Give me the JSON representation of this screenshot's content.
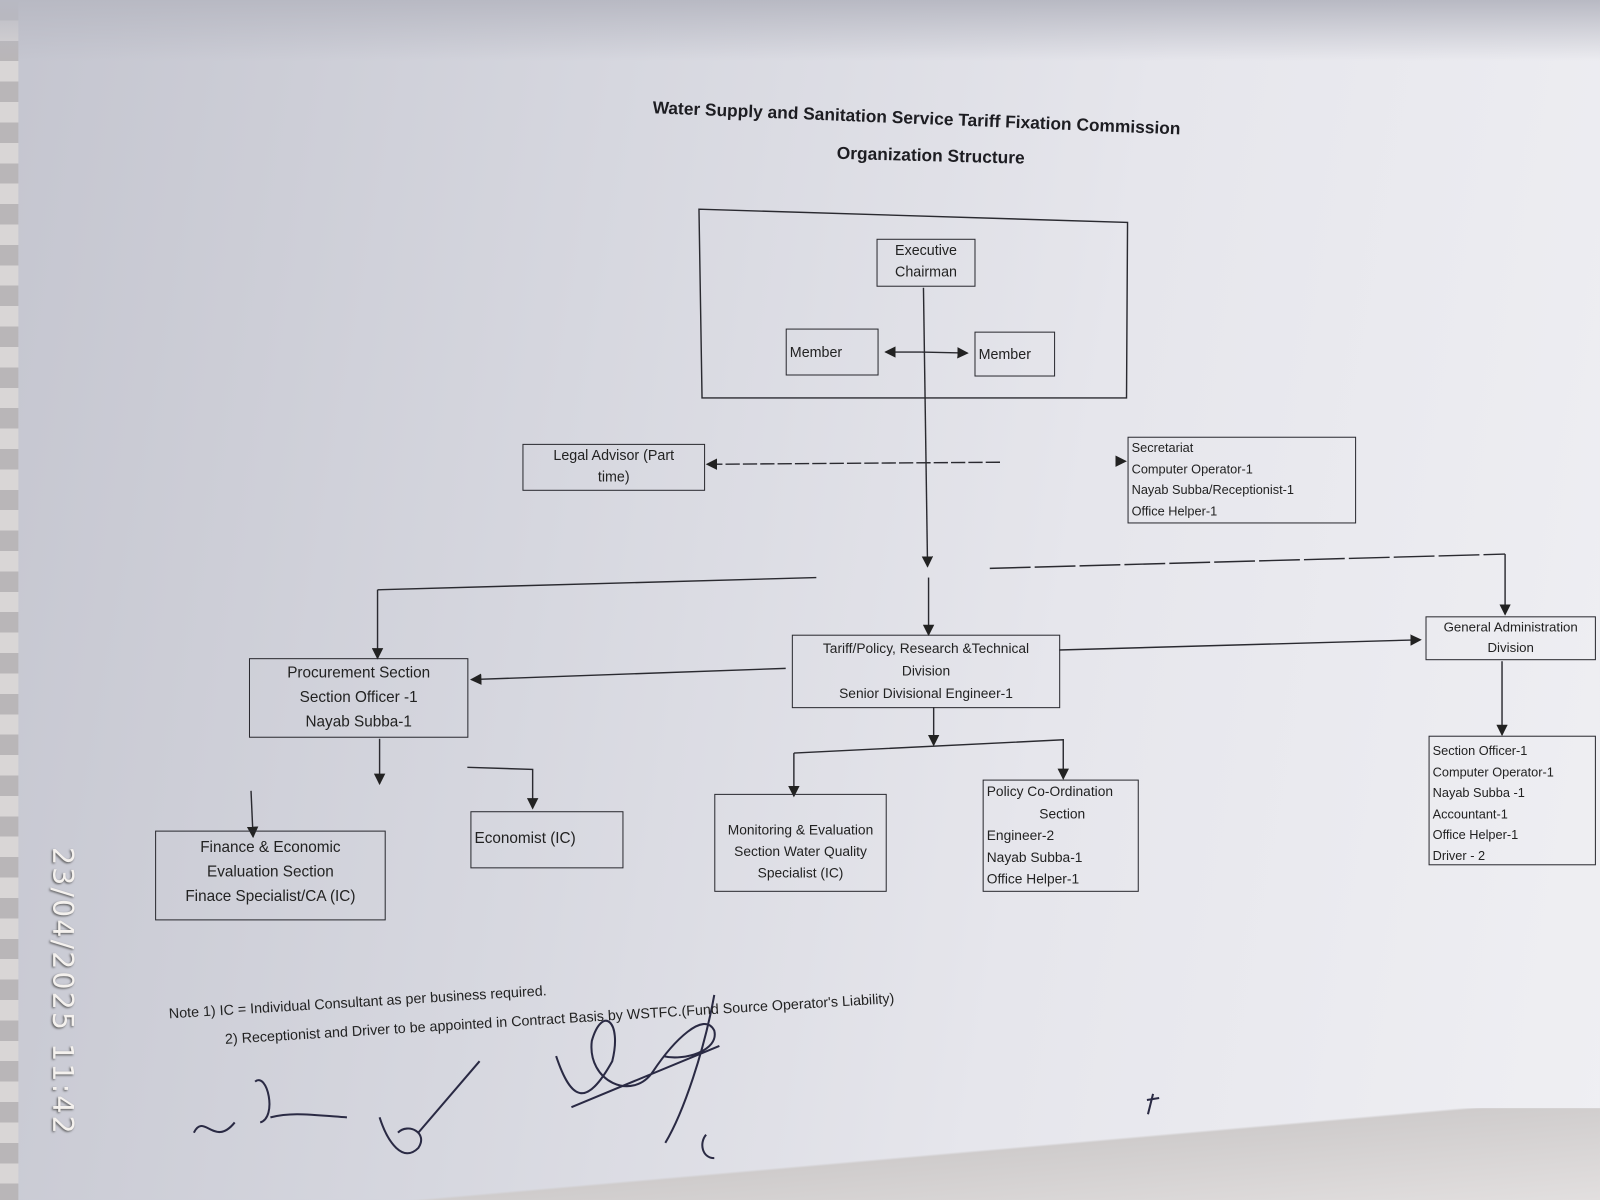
{
  "title": "Water Supply and Sanitation Service Tariff Fixation Commission",
  "subtitle": "Organization Structure",
  "nodes": {
    "executive_chairman": [
      "Executive",
      "Chairman"
    ],
    "member_left": "Member",
    "member_right": "Member",
    "legal_advisor": [
      "Legal Advisor (Part",
      "time)"
    ],
    "secretariat": [
      "Secretariat",
      "Computer Operator-1",
      "Nayab Subba/Receptionist-1",
      "Office Helper-1"
    ],
    "procurement": [
      "Procurement Section",
      "Section Officer -1",
      "Nayab Subba-1"
    ],
    "tariff_division": [
      "Tariff/Policy, Research &Technical",
      "Division",
      "Senior Divisional Engineer-1"
    ],
    "general_admin": [
      "General Administration",
      "Division"
    ],
    "finance": [
      "Finance & Economic",
      "Evaluation Section",
      "Finace Specialist/CA (IC)"
    ],
    "economist": "Economist (IC)",
    "monitoring": [
      "Monitoring & Evaluation",
      "Section Water Quality",
      "Specialist (IC)"
    ],
    "policy": [
      "Policy Co-Ordination",
      "Section",
      "Engineer-2",
      "Nayab Subba-1",
      "Office Helper-1"
    ],
    "general_admin_staff": [
      "Section Officer-1",
      "Computer Operator-1",
      "Nayab Subba -1",
      "Accountant-1",
      "Office Helper-1",
      "Driver - 2"
    ]
  },
  "notes": {
    "line1": "Note  1) IC = Individual Consultant as per business required.",
    "line2": "2) Receptionist and Driver to be appointed in Contract Basis by WSTFC.(Fund Source Operator's Liability)"
  },
  "timestamp": "23/04/2025  11:42"
}
